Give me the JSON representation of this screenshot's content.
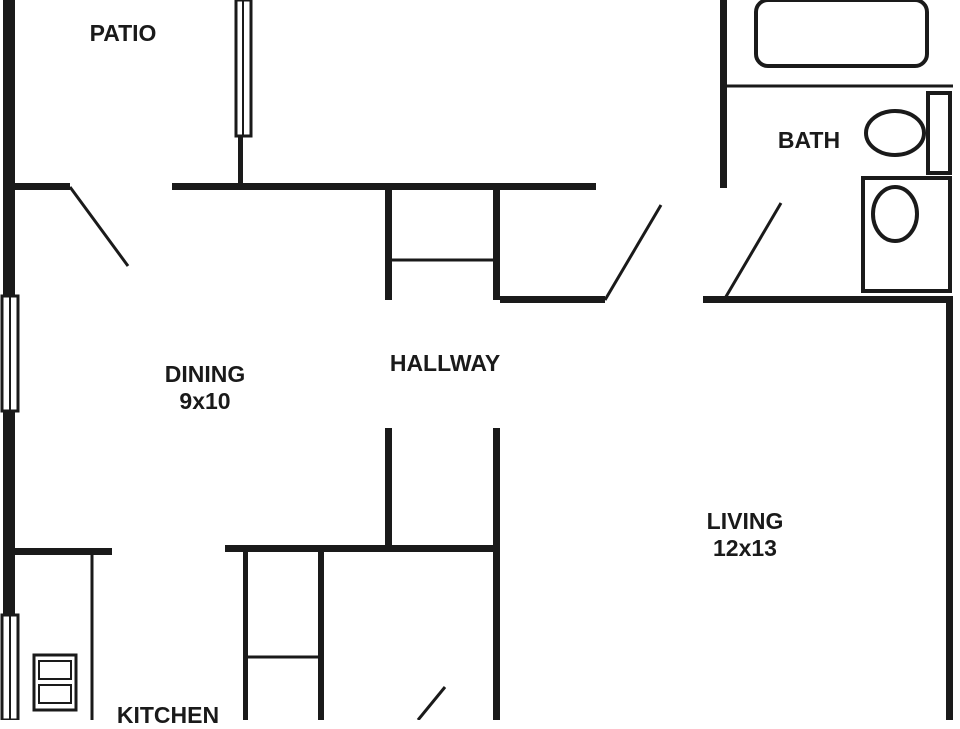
{
  "colors": {
    "ink": "#1a1a1a",
    "paper": "#ffffff"
  },
  "rooms": {
    "patio": {
      "name": "PATIO"
    },
    "bath": {
      "name": "BATH"
    },
    "dining": {
      "name": "DINING",
      "size": "9x10"
    },
    "hallway": {
      "name": "HALLWAY"
    },
    "living": {
      "name": "LIVING",
      "size": "12x13"
    },
    "kitchen": {
      "name": "KITCHEN"
    }
  },
  "icons": [
    "bathtub-icon",
    "toilet-icon",
    "sink-icon",
    "stove-icon",
    "door-swing-icon",
    "window-icon"
  ]
}
